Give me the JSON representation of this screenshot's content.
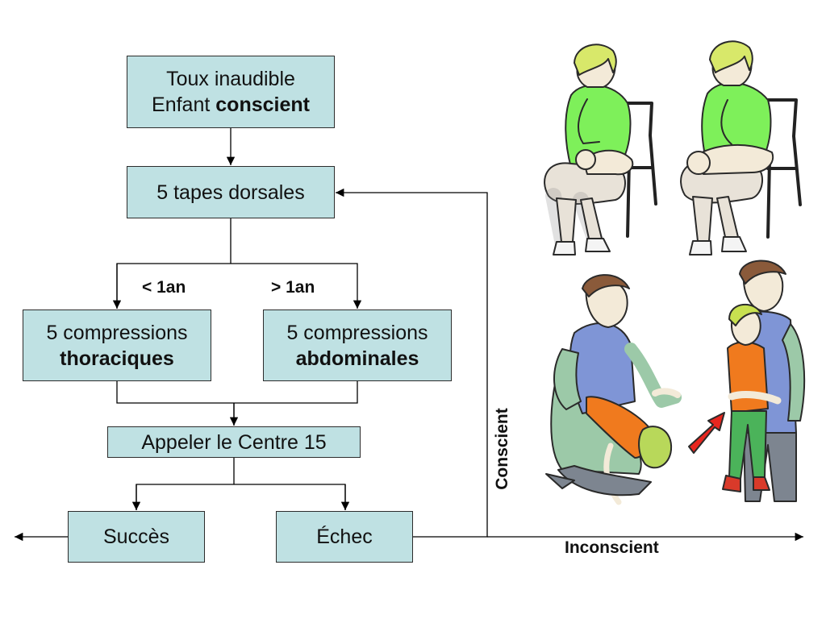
{
  "flow": {
    "start": {
      "line1": "Toux inaudible",
      "line2_prefix": "Enfant ",
      "line2_bold": "conscient"
    },
    "back_blows": "5 tapes dorsales",
    "branch_under": "< 1an",
    "branch_over": "> 1an",
    "chest": {
      "line1": "5 compressions",
      "line2": "thoraciques"
    },
    "abdominal": {
      "line1": "5 compressions",
      "line2": "abdominales"
    },
    "call": "Appeler le Centre 15",
    "success": "Succès",
    "failure": "Échec",
    "conscious": "Conscient",
    "unconscious": "Inconscient"
  },
  "colors": {
    "box_fill": "#bfe1e3",
    "line": "#000000",
    "shirt_green": "#7ef05a",
    "hair_blond": "#d8e86a",
    "vest_blue": "#7f95d6",
    "sleeve_green": "#9cc9a8",
    "child_orange": "#f07a1e",
    "arrow_red": "#e8261f"
  },
  "illustrations": [
    {
      "icon": "woman-seated-back-blows-icon"
    },
    {
      "icon": "woman-seated-chest-thrusts-icon"
    },
    {
      "icon": "man-kneeling-back-blows-icon"
    },
    {
      "icon": "man-standing-abdominal-thrusts-icon"
    }
  ]
}
